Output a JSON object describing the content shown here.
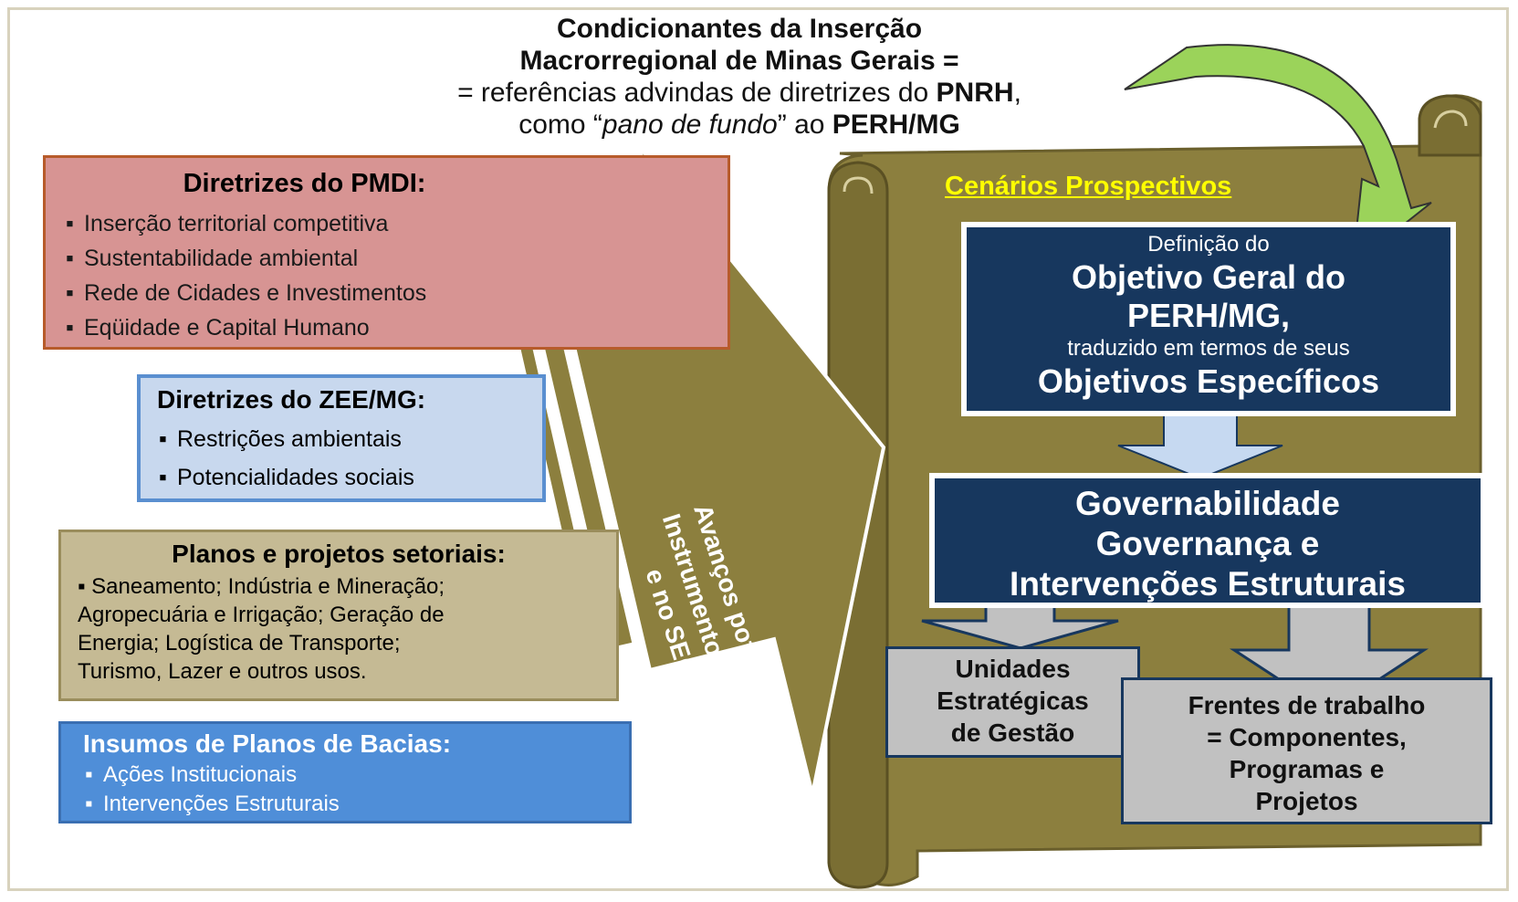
{
  "header": {
    "line1": "Condicionantes da Inserção",
    "line2": "Macrorregional de Minas Gerais =",
    "line3_start": "= referências advindas de diretrizes do ",
    "line3_bold": "PNRH",
    "line3_end": ",",
    "line4_start": "como “",
    "line4_italic": "pano de fundo",
    "line4_mid": "” ao ",
    "line4_bold": "PERH/MG"
  },
  "pmdi": {
    "title": "Diretrizes do PMDI:",
    "items": [
      "Inserção territorial competitiva",
      "Sustentabilidade ambiental",
      "Rede de Cidades e Investimentos",
      "Eqüidade e Capital Humano"
    ]
  },
  "zee": {
    "title": "Diretrizes do ZEE/MG:",
    "items": [
      "Restrições ambientais",
      "Potencialidades sociais"
    ]
  },
  "setoriais": {
    "title": "Planos e projetos setoriais:",
    "line1": "▪ Saneamento; Indústria e Mineração;",
    "line2": "Agropecuária e Irrigação; Geração de",
    "line3": "Energia; Logística de Transporte;",
    "line4": "Turismo, Lazer e outros usos."
  },
  "insumos": {
    "title": "Insumos de Planos de  Bacias:",
    "items": [
      "Ações Institucionais",
      "Intervenções Estruturais"
    ]
  },
  "arrow": {
    "line1": "Avanços potenciais nos",
    "line2": "Instrumentos de Gestão",
    "line3": "e no SEGRH/MG"
  },
  "scroll": {
    "title": "Cenários Prospectivos",
    "objetivo": {
      "line1": "Definição do",
      "line2": "Objetivo Geral do",
      "line3": "PERH/MG,",
      "line4": "traduzido em termos de seus",
      "line5": "Objetivos Específicos"
    },
    "gov": {
      "line1": "Governabilidade",
      "line2": "Governança e",
      "line3": "Intervenções Estruturais"
    },
    "unidades": {
      "line1": "Unidades",
      "line2": "Estratégicas",
      "line3": "de Gestão"
    },
    "frentes": {
      "line1": "Frentes de trabalho",
      "line2": "= Componentes,",
      "line3": "Programas e",
      "line4": "Projetos"
    }
  },
  "colors": {
    "scroll": "#8c7f3e",
    "navy": "#17375e",
    "pmdi_fill": "#d79493",
    "zee_fill": "#c8d8ee",
    "setoriais_fill": "#c5ba94",
    "insumos_fill": "#4f8ed8",
    "title_yellow": "#ffff00",
    "curved_arrow": "#9bd35a"
  }
}
